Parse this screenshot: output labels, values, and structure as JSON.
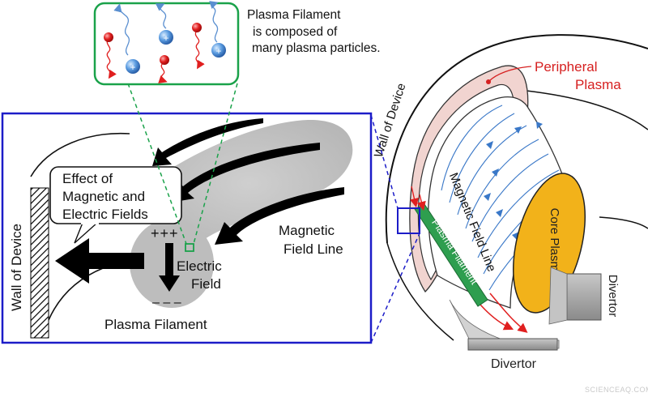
{
  "callout": {
    "line1": "Plasma Filament",
    "line2": "is composed of",
    "line3": "many plasma particles."
  },
  "zoom_panel": {
    "effect_line1": "Effect of",
    "effect_line2": "Magnetic and",
    "effect_line3": "Electric Fields",
    "wall_label": "Wall of Device",
    "plus_signs": "+++",
    "minus_signs": "– – –",
    "electric_line1": "Electric",
    "electric_line2": "Field",
    "magnetic_line1": "Magnetic",
    "magnetic_line2": "Field Line",
    "filament_label": "Plasma Filament"
  },
  "cross_section": {
    "peripheral_line1": "Peripheral",
    "peripheral_line2": "Plasma",
    "wall_label": "Wall of Device",
    "magnetic_label": "Magnetic Field Line",
    "core_label": "Core Plasma",
    "filament_label": "Plasma Filament",
    "divertor_right": "Divertor",
    "divertor_bottom": "Divertor"
  },
  "particle_symbol": "+",
  "watermark": "SCIENCEAQ.COM",
  "colors": {
    "panel_border": "#1c1cc8",
    "callout_border": "#1aa24a",
    "filament_green": "#2e9e4f",
    "electron_red": "#e01f1f",
    "ion_blue": "#4a8fd8",
    "field_line_blue": "#3a78c8",
    "core_orange": "#f2b21a",
    "peripheral_pink": "#f1d4d0",
    "peripheral_text_red": "#d62020",
    "divertor_gray": "#a8a8a8"
  },
  "icons": {
    "electron": "red-sphere-icon",
    "ion": "blue-sphere-plus-icon",
    "electron_path": "red-spiral-arrow-icon",
    "ion_path": "blue-spiral-arrow-icon",
    "hatch": "hatched-wall-icon"
  }
}
